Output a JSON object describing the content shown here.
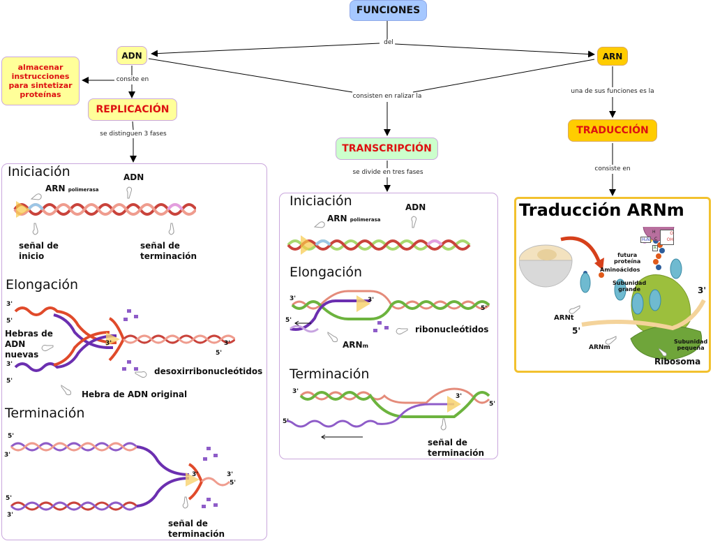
{
  "nodes": {
    "funciones": "FUNCIONES",
    "adn": "ADN",
    "arn": "ARN",
    "almacenar": "almacenar instrucciones para sintetizar proteínas",
    "replicacion": "REPLICACIÓN",
    "transcripcion": "TRANSCRIPCIÓN",
    "traduccion": "TRADUCCIÓN"
  },
  "links": {
    "del": "del",
    "consite_en": "consite en",
    "consisten": "consisten en ralizar la",
    "una_de_sus": "una de sus funciones es la",
    "se_distinguen": "se distinguen 3 fases",
    "se_divide": "se divide en tres fases",
    "consiste_en": "consiste en"
  },
  "replication_panel": {
    "iniciacion": {
      "title": "Iniciación",
      "arn": "ARN",
      "polimerasa": "polimerasa",
      "adn": "ADN",
      "senal_inicio_1": "señal de",
      "senal_inicio_2": "inicio",
      "senal_term_1": "señal de",
      "senal_term_2": "terminación"
    },
    "elongacion": {
      "title": "Elongación",
      "hebras_1": "Hebras de",
      "hebras_2": "ADN",
      "hebras_3": "nuevas",
      "desoxi": "desoxirribonucleótidos",
      "original": "Hebra de ADN original",
      "ends": [
        "3'",
        "5'",
        "3'",
        "5'",
        "3'",
        "3'",
        "5'"
      ]
    },
    "terminacion": {
      "title": "Terminación",
      "senal_1": "señal de",
      "senal_2": "terminación",
      "ends": [
        "5'",
        "3'",
        "5'",
        "3'",
        "3'",
        "5'",
        "3'"
      ]
    }
  },
  "transcription_panel": {
    "iniciacion": {
      "title": "Iniciación",
      "arn": "ARN",
      "polimerasa": "polimerasa",
      "adn": "ADN"
    },
    "elongacion": {
      "title": "Elongación",
      "ribo": "ribonucleótidos",
      "arnm": "ARN",
      "arnm_sub": "m",
      "ends": [
        "3'",
        "3'",
        "5'",
        "5'"
      ]
    },
    "terminacion": {
      "title": "Terminación",
      "senal_1": "señal de",
      "senal_2": "terminación",
      "ends": [
        "3'",
        "3'",
        "5'",
        "5'"
      ]
    }
  },
  "translation_panel": {
    "title": "Traducción ARNm",
    "futura_1": "futura",
    "futura_2": "proteína",
    "aminoacidos": "Aminoácidos",
    "subunidad_grande_1": "Subunidad",
    "subunidad_grande_2": "grande",
    "arnt": "ARNt",
    "five": "5'",
    "three": "3'",
    "arnm": "ARNm",
    "subunidad_pequena_1": "Subunidad",
    "subunidad_pequena_2": "pequeña",
    "ribosoma": "Ribosoma",
    "molecule": {
      "h2n": "H₂N",
      "h": "H",
      "c": "C",
      "r": "R",
      "o": "O",
      "oh": "OH"
    }
  },
  "colors": {
    "funciones_bg": "#a6c8ff",
    "adn_bg": "#ffff99",
    "arn_bg": "#ffcc00",
    "transcripcion_bg": "#ccffcc",
    "concept_red": "#dd1111",
    "panel_border": "#c9a6dc",
    "translation_border": "#f2c12e"
  }
}
